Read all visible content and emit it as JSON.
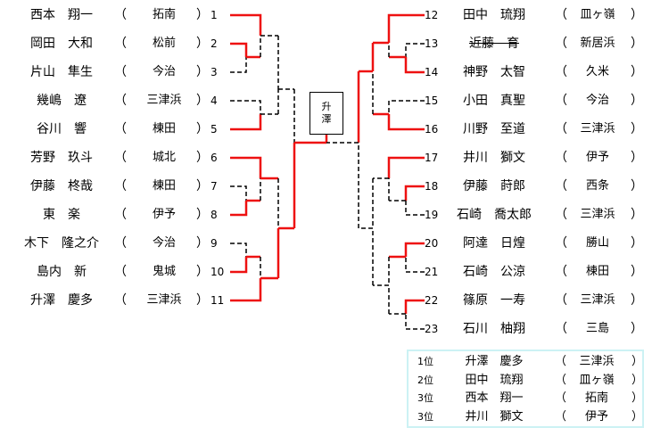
{
  "colors": {
    "winner_line": "#ee1111",
    "loser_line": "#000000",
    "results_border": "#ccf2f4"
  },
  "champion_label": "升\n澤",
  "left_players": [
    {
      "num": "1",
      "name": "西本　翔一",
      "school": "拓南"
    },
    {
      "num": "2",
      "name": "岡田　大和",
      "school": "松前"
    },
    {
      "num": "3",
      "name": "片山　隼生",
      "school": "今治"
    },
    {
      "num": "4",
      "name": "幾嶋　遼",
      "school": "三津浜"
    },
    {
      "num": "5",
      "name": "谷川　響",
      "school": "棟田"
    },
    {
      "num": "6",
      "name": "芳野　玖斗",
      "school": "城北"
    },
    {
      "num": "7",
      "name": "伊藤　柊哉",
      "school": "棟田"
    },
    {
      "num": "8",
      "name": "東　楽",
      "school": "伊予"
    },
    {
      "num": "9",
      "name": "木下　隆之介",
      "school": "今治"
    },
    {
      "num": "10",
      "name": "島内　新",
      "school": "鬼城"
    },
    {
      "num": "11",
      "name": "升澤　慶多",
      "school": "三津浜"
    }
  ],
  "right_players": [
    {
      "num": "12",
      "name": "田中　琉翔",
      "school": "皿ヶ嶺"
    },
    {
      "num": "13",
      "name": "近藤　育",
      "school": "新居浜",
      "withdrawn": true
    },
    {
      "num": "14",
      "name": "神野　太智",
      "school": "久米"
    },
    {
      "num": "15",
      "name": "小田　真聖",
      "school": "今治"
    },
    {
      "num": "16",
      "name": "川野　至道",
      "school": "三津浜"
    },
    {
      "num": "17",
      "name": "井川　獅文",
      "school": "伊予"
    },
    {
      "num": "18",
      "name": "伊藤　莳郎",
      "school": "西条"
    },
    {
      "num": "19",
      "name": "石崎　喬太郎",
      "school": "三津浜"
    },
    {
      "num": "20",
      "name": "阿達　日煌",
      "school": "勝山"
    },
    {
      "num": "21",
      "name": "石崎　公涼",
      "school": "棟田"
    },
    {
      "num": "22",
      "name": "篠原　一寿",
      "school": "三津浜"
    },
    {
      "num": "23",
      "name": "石川　柚翔",
      "school": "三島"
    }
  ],
  "results": [
    {
      "rank": "1位",
      "name": "升澤　慶多",
      "school": "三津浜"
    },
    {
      "rank": "2位",
      "name": "田中　琉翔",
      "school": "皿ヶ嶺"
    },
    {
      "rank": "3位",
      "name": "西本　翔一",
      "school": "拓南"
    },
    {
      "rank": "3位",
      "name": "井川　獅文",
      "school": "伊予"
    }
  ],
  "paren_open": "（",
  "paren_close": "）"
}
